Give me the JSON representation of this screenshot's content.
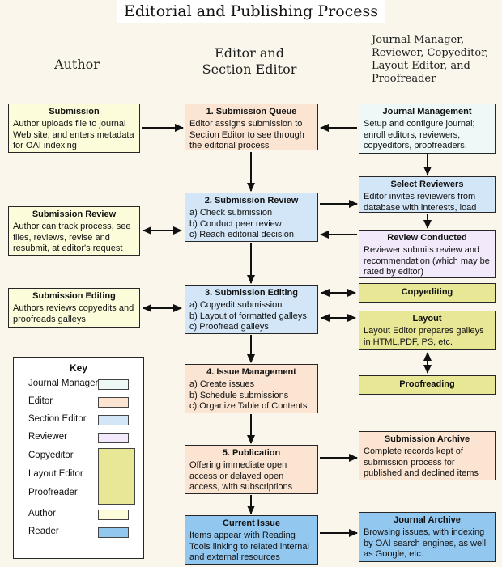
{
  "title": "Editorial and Publishing Process",
  "column_headers": {
    "author": "Author",
    "editor": "Editor and Section Editor",
    "right": "Journal Manager, Reviewer, Copyeditor, Layout Editor, and Proofreader"
  },
  "boxes": {
    "submission": {
      "title": "Submission",
      "body": "Author uploads file to journal Web site, and enters metadata for OAI indexing"
    },
    "submission_review": {
      "title": "Submission Review",
      "body": "Author can track process, see files, reviews, revise and resubmit, at editor's request"
    },
    "submission_editing": {
      "title": "Submission Editing",
      "body": "Authors reviews copyedits and proofreads galleys"
    },
    "queue": {
      "title": "1. Submission Queue",
      "body": "Editor assigns submission to Section Editor to see through the editorial process"
    },
    "review": {
      "title": "2. Submission Review",
      "body": "a) Check submission\nb) Conduct peer review\nc) Reach editorial decision"
    },
    "editing": {
      "title": "3. Submission Editing",
      "body": "a) Copyedit submission\nb) Layout of formatted galleys\nc) Proofread galleys"
    },
    "issue_management": {
      "title": "4. Issue Management",
      "body": "a) Create issues\nb) Schedule submissions\nc) Organize Table of Contents"
    },
    "publication": {
      "title": "5. Publication",
      "body": "Offering immediate open access or delayed open access, with subscriptions"
    },
    "current_issue": {
      "title": "Current Issue",
      "body": "Items appear with Reading Tools linking to related internal and external resources"
    },
    "journal_management": {
      "title": "Journal Management",
      "body": "Setup and configure journal; enroll editors, reviewers, copyeditors, proofreaders."
    },
    "select_reviewers": {
      "title": "Select Reviewers",
      "body": "Editor invites reviewers from database with interests, load"
    },
    "review_conducted": {
      "title": "Review Conducted",
      "body": "Reviewer submits review and recommendation (which may be rated by editor)"
    },
    "copyediting": {
      "title": "Copyediting"
    },
    "layout": {
      "title": "Layout",
      "body": "Layout Editor prepares galleys in HTML,PDF, PS, etc."
    },
    "proofreading": {
      "title": "Proofreading"
    },
    "submission_archive": {
      "title": "Submission Archive",
      "body": "Complete records kept of submission process for published and declined items"
    },
    "journal_archive": {
      "title": "Journal Archive",
      "body": "Browsing issues, with indexing by OAI search engines, as well as Google, etc."
    }
  },
  "key": {
    "title": "Key",
    "items": [
      {
        "label": "Journal Manager",
        "color": "#EDF8F7"
      },
      {
        "label": "Editor",
        "color": "#FBE5D2"
      },
      {
        "label": "Section Editor",
        "color": "#D3E6F7"
      },
      {
        "label": "Reviewer",
        "color": "#F2E9FA"
      },
      {
        "label": "Copyeditor",
        "color": "#E8E795"
      },
      {
        "label": "Layout Editor",
        "color": "#E8E795"
      },
      {
        "label": "Proofreader",
        "color": "#E8E795"
      },
      {
        "label": "Author",
        "color": "#FCFCDA"
      },
      {
        "label": "Reader",
        "color": "#92C7F0"
      }
    ]
  },
  "colors": {
    "background": "#FAF6EC",
    "author": "#FCFCDA",
    "editor": "#FBE5D2",
    "section_editor": "#D3E6F7",
    "journal_manager": "#EDF8F7",
    "reviewer": "#F2E9FA",
    "production": "#E8E795",
    "reader": "#92C7F0",
    "line": "#111111"
  }
}
